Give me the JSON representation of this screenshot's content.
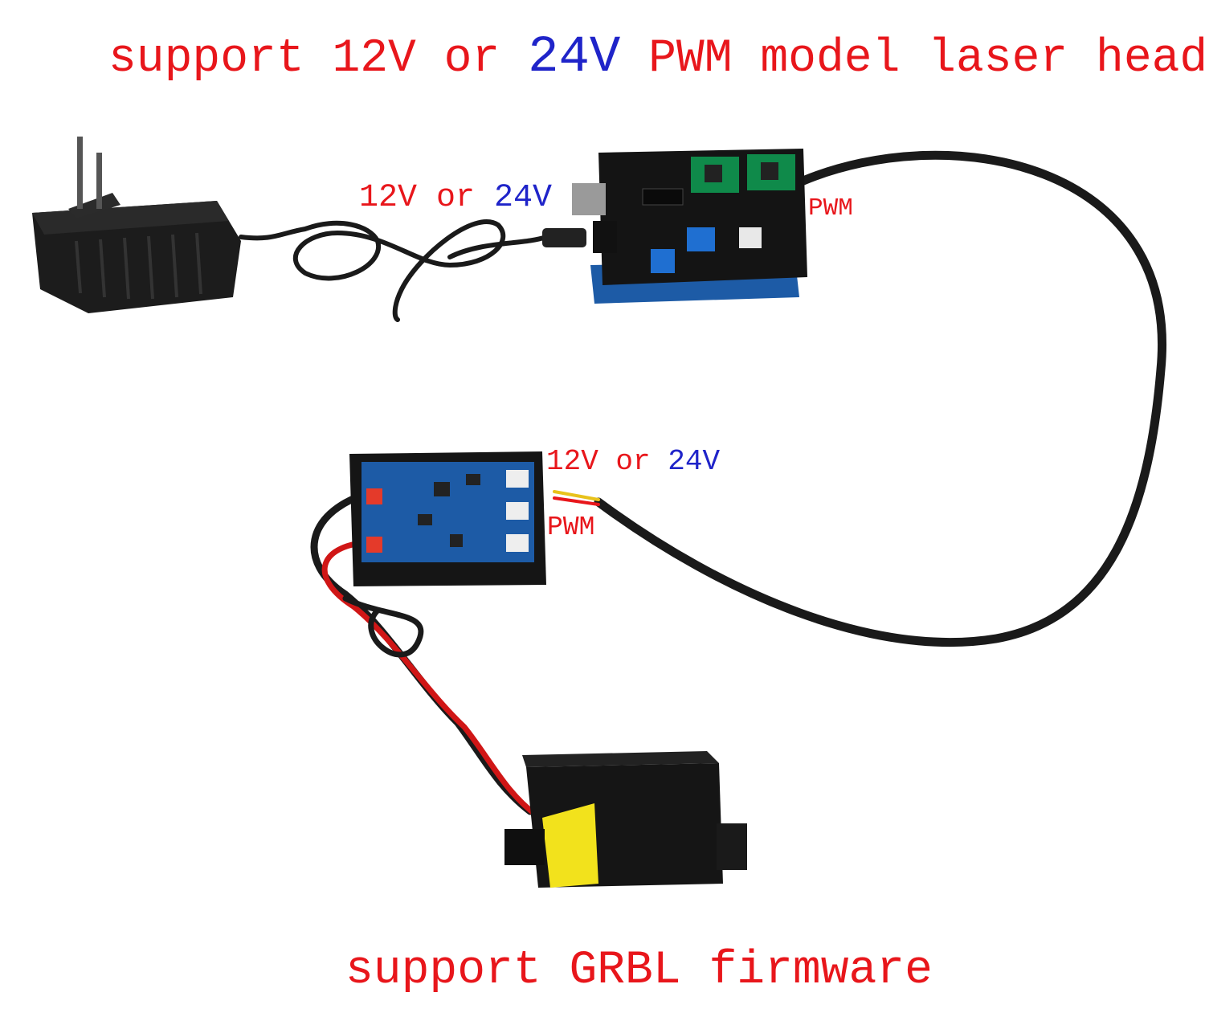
{
  "title": {
    "part1": "support 12V or ",
    "part2": "24V",
    "part3": " PWM model laser head"
  },
  "labels": {
    "adapter_v12": "12V or",
    "adapter_v24": "24V",
    "pwm_top": "PWM",
    "driver_v12": "12V or",
    "driver_v24": "24V",
    "pwm_mid": "PWM"
  },
  "footer": "support GRBL firmware",
  "colors": {
    "red_text": "#e8161b",
    "blue_text": "#1f24c9",
    "pcb_blue": "#1d5ba6",
    "pcb_black": "#141414"
  }
}
